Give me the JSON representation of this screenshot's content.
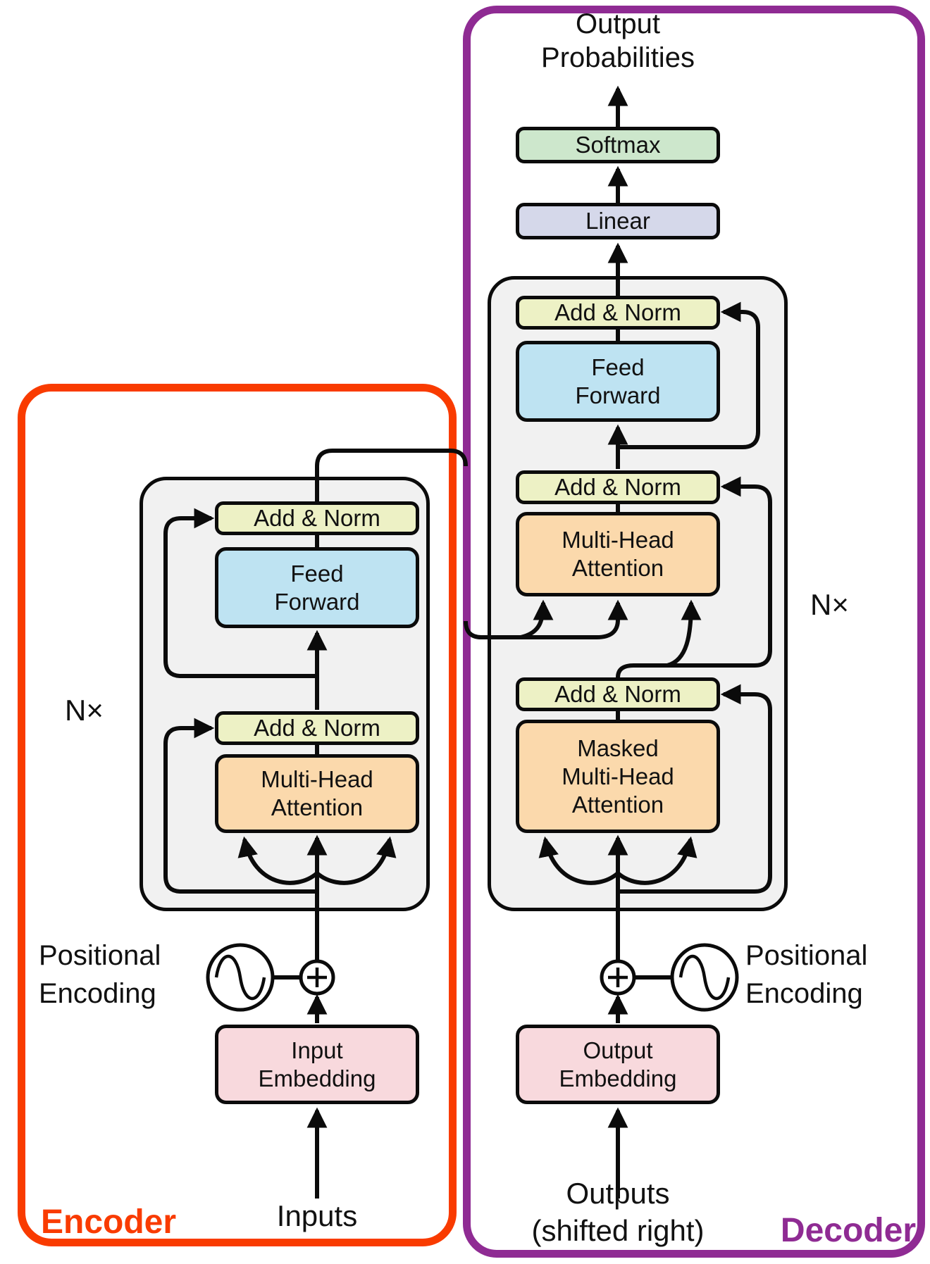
{
  "diagram": {
    "type": "transformer-architecture",
    "top_caption": {
      "line1": "Output",
      "line2": "Probabilities"
    },
    "boxes": {
      "softmax": "Softmax",
      "linear": "Linear",
      "add_norm": "Add & Norm",
      "feed_forward": {
        "line1": "Feed",
        "line2": "Forward"
      },
      "multi_head_attention": {
        "line1": "Multi-Head",
        "line2": "Attention"
      },
      "masked_multi_head_attention": {
        "line1": "Masked",
        "line2": "Multi-Head",
        "line3": "Attention"
      },
      "input_embedding": {
        "line1": "Input",
        "line2": "Embedding"
      },
      "output_embedding": {
        "line1": "Output",
        "line2": "Embedding"
      }
    },
    "side_labels": {
      "n_times_encoder": "N×",
      "n_times_decoder": "N×",
      "positional_encoding": {
        "line1": "Positional",
        "line2": "Encoding"
      },
      "inputs": "Inputs",
      "outputs": {
        "line1": "Outputs",
        "line2": "(shifted right)"
      },
      "encoder": "Encoder",
      "decoder": "Decoder"
    },
    "icons": {
      "add_icon": "circled plus (element-wise addition)",
      "positional_encoding_icon": "circled sine wave"
    },
    "colors": {
      "encoder_outline": "#F93B00",
      "decoder_outline": "#8F2B93",
      "add_norm_fill": "#EDF1C5",
      "attention_fill": "#FBD9AC",
      "feed_forward_fill": "#BEE3F2",
      "softmax_fill": "#CDE7CC",
      "linear_fill": "#D5D8EA",
      "embedding_fill": "#F8D9DD",
      "block_fill": "#F1F1F1",
      "line_color": "#0B0B0B"
    }
  }
}
